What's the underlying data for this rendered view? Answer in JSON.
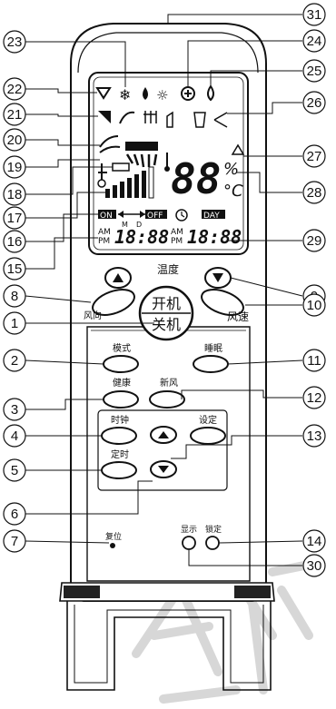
{
  "callouts": [
    "31",
    "24",
    "25",
    "26",
    "23",
    "22",
    "21",
    "20",
    "19",
    "18",
    "17",
    "16",
    "15",
    "27",
    "28",
    "29",
    "9",
    "8",
    "1",
    "10",
    "2",
    "11",
    "3",
    "12",
    "4",
    "13",
    "5",
    "6",
    "7",
    "14",
    "30"
  ],
  "lcd": {
    "temp_digits": "88",
    "percent_unit": "%",
    "celsius_unit": "°C",
    "on_label": "ON",
    "off_label": "OFF",
    "day_label": "DAY",
    "m_label": "M",
    "d_label": "D",
    "am_left": "AM",
    "pm_left": "PM",
    "time_left": "18:88",
    "am_right": "AM",
    "pm_right": "PM",
    "time_right": "18:88"
  },
  "buttons": {
    "temp_label": "温度",
    "power_on": "开机",
    "power_off": "关机",
    "fan_direction": "风向",
    "fan_speed": "风速",
    "mode": "模式",
    "sleep": "睡眠",
    "health": "健康",
    "fresh_air": "新风",
    "clock": "时钟",
    "set": "设定",
    "timer": "定时",
    "reset": "复位",
    "display": "显示",
    "lock": "锁定"
  },
  "watermark": "资料"
}
